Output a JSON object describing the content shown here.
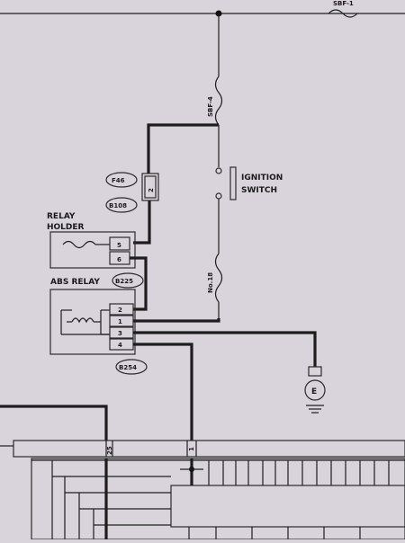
{
  "labels": {
    "top_fuse": "SBF-1",
    "sbf4": "SBF-4",
    "ignition_line1": "IGNITION",
    "ignition_line2": "SWITCH",
    "f46": "F46",
    "b108": "B108",
    "relay_holder_line1": "RELAY",
    "relay_holder_line2": "HOLDER",
    "abs_relay": "ABS RELAY",
    "b225": "B225",
    "b254": "B254",
    "no18": "No.18",
    "ground": "E",
    "pin_f46": "2",
    "pin_holder_5": "5",
    "pin_holder_6": "6",
    "pin_relay_2": "2",
    "pin_relay_1": "1",
    "pin_relay_3": "3",
    "pin_relay_4": "4",
    "bottom_pin_25": "25",
    "bottom_pin_1": "1"
  },
  "colors": {
    "background": "#d9d4dc",
    "ink": "#1d1d1d"
  }
}
